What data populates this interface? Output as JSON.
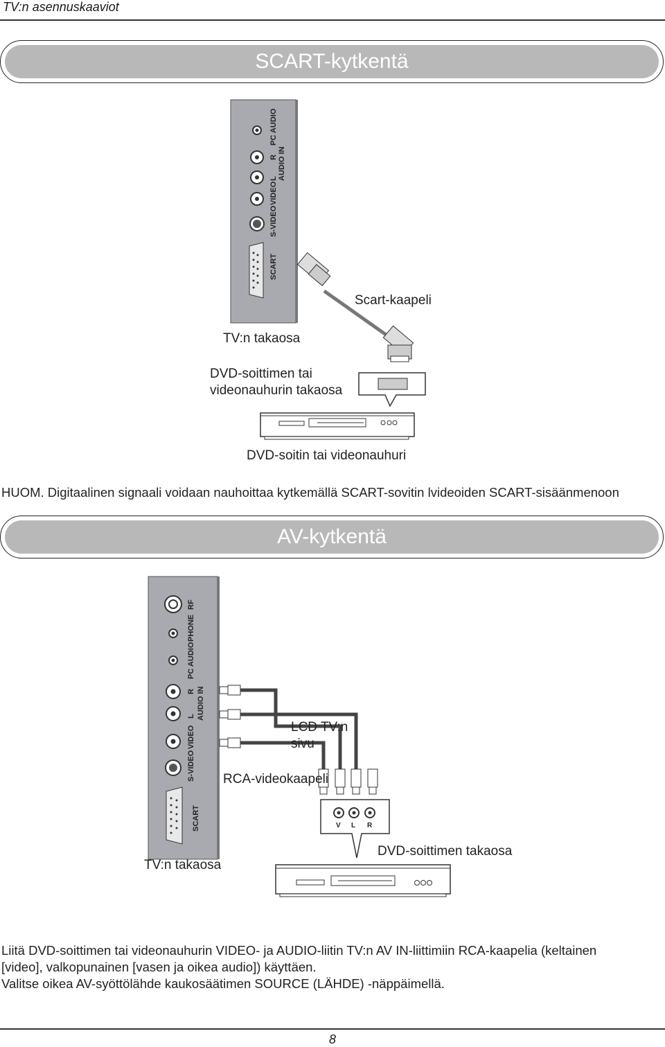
{
  "header": {
    "title": "TV:n asennuskaaviot"
  },
  "scart_section": {
    "title": "SCART-kytkentä",
    "tv_panel_labels": {
      "scart": "SCART",
      "svideo": "S-VIDEO",
      "video": "VIDEO",
      "l": "L",
      "r": "R",
      "audio_in": "AUDIO IN",
      "pc_audio": "PC AUDIO"
    },
    "cable_label": "Scart-kaapeli",
    "tv_back_label": "TV:n takaosa",
    "dvd_back_label": [
      "DVD-soittimen tai",
      "videonauhurin takaosa"
    ],
    "dvd_player_label": "DVD-soitin tai videonauhuri",
    "note": "HUOM. Digitaalinen signaali voidaan nauhoittaa kytkemällä SCART-sovitin lvideoiden SCART-sisäänmenoon"
  },
  "av_section": {
    "title": "AV-kytkentä",
    "tv_panel_labels": {
      "scart": "SCART",
      "svideo": "S-VIDEO",
      "video": "VIDEO",
      "l": "L",
      "r": "R",
      "audio_in": "AUDIO IN",
      "pc_audio": "PC AUDIO",
      "phone": "PHONE",
      "rf": "RF"
    },
    "lcd_side_label": [
      "LCD TV:n",
      "sivu"
    ],
    "rca_cable_label": "RCA-videokaapeli",
    "dvd_jack_labels": {
      "v": "V",
      "l": "L",
      "r": "R"
    },
    "tv_back_label": "TV:n takaosa",
    "dvd_back_label": "DVD-soittimen takaosa"
  },
  "body_text": [
    "Liitä DVD-soittimen tai videonauhurin VIDEO- ja AUDIO-liitin TV:n AV IN-liittimiin RCA-kaapelia (keltainen",
    "[video], valkopunainen [vasen ja oikea audio]) käyttäen.",
    "Valitse oikea AV-syöttölähde kaukosäätimen SOURCE (LÄHDE) -näppäimellä."
  ],
  "footer": {
    "page_number": "8"
  }
}
